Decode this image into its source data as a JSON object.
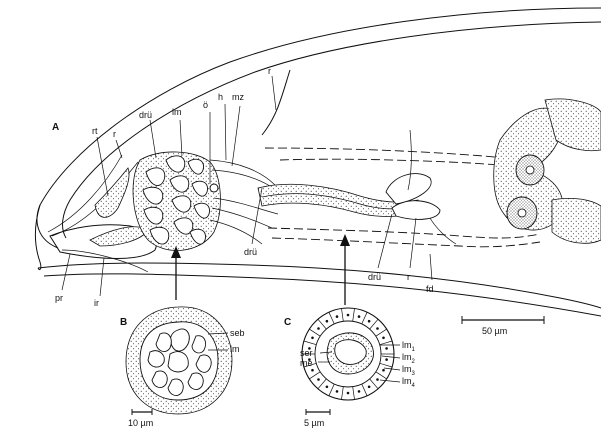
{
  "panels": {
    "A": "A",
    "B": "B",
    "C": "C"
  },
  "labels": {
    "rt": "rt",
    "r_left": "r",
    "dru_top": "drü",
    "lm_top": "lm",
    "o": "ö",
    "h": "h",
    "mz": "mz",
    "r_top": "r",
    "pr": "pr",
    "ir": "ir",
    "dru_bottom_left": "drü",
    "dru_bottom_right": "drü",
    "r_bottom": "r",
    "fd": "fd"
  },
  "panel_b_labels": {
    "seb": "seb",
    "lm": "lm"
  },
  "panel_c_labels": {
    "ser": "ser",
    "me": "me",
    "lm1": "lm",
    "lm1_sub": "1",
    "lm2": "lm",
    "lm2_sub": "2",
    "lm3": "lm",
    "lm3_sub": "3",
    "lm4": "lm",
    "lm4_sub": "4"
  },
  "scale_bars": {
    "A": "50 µm",
    "B": "10 µm",
    "C": "5 µm"
  }
}
